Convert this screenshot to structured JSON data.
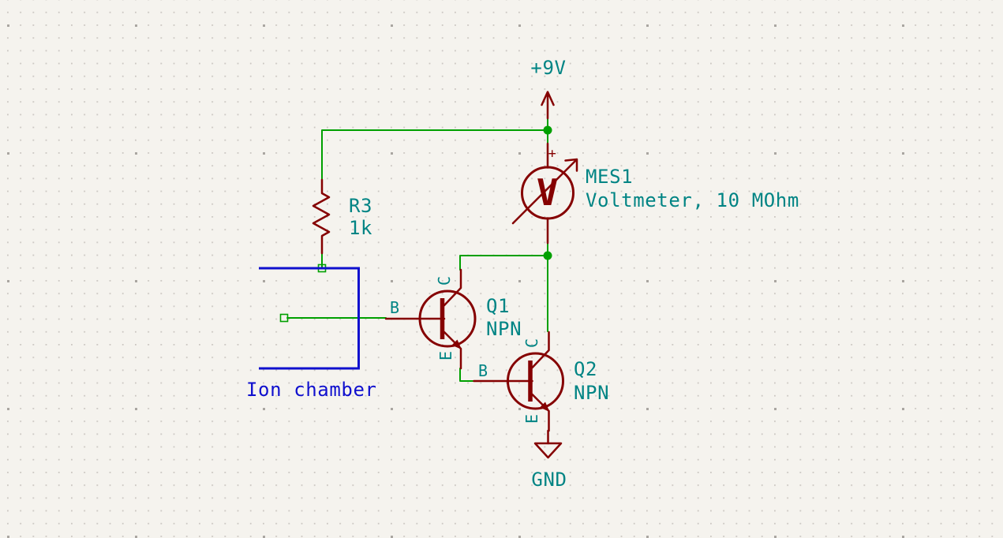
{
  "canvas": {
    "type": "schematic-editor-canvas",
    "colors": {
      "background": "#F5F3EE",
      "grid_dot": "#CBC7C2",
      "grid_major_dot": "#AAA6A1",
      "wire_green": "#00A000",
      "symbol_dark_red": "#850000",
      "field_teal": "#008484",
      "graphic_note_blue": "#1010CE"
    }
  },
  "power_flag": {
    "label": "+9V"
  },
  "resistor_r3": {
    "reference": "R3",
    "value": "1k"
  },
  "voltmeter_mes1": {
    "reference": "MES1",
    "value": "Voltmeter, 10 MOhm",
    "meter_letter": "V",
    "polarity_mark": "+"
  },
  "transistor_q1": {
    "reference": "Q1",
    "value": "NPN",
    "pin_b": "B",
    "pin_c": "C",
    "pin_e": "E"
  },
  "transistor_q2": {
    "reference": "Q2",
    "value": "NPN",
    "pin_b": "B",
    "pin_c": "C",
    "pin_e": "E"
  },
  "ground": {
    "label": "GND"
  },
  "note": {
    "label": "Ion chamber"
  }
}
